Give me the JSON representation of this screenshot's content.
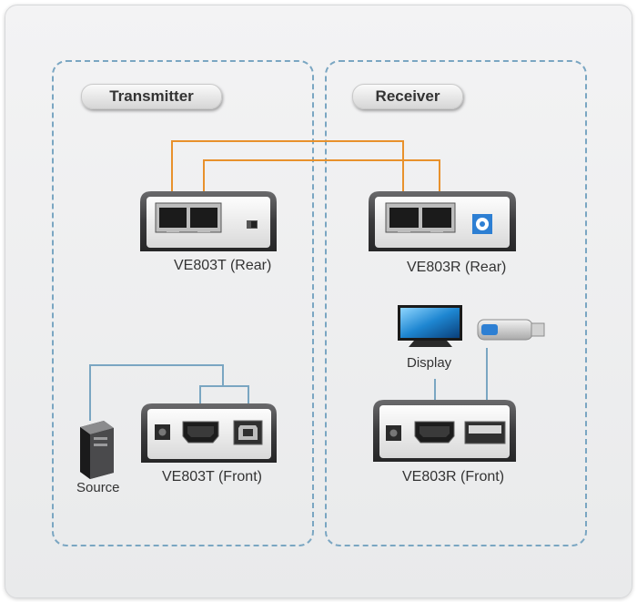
{
  "sections": {
    "transmitter": "Transmitter",
    "receiver": "Receiver"
  },
  "labels": {
    "tx_rear": "VE803T (Rear)",
    "rx_rear": "VE803R (Rear)",
    "tx_front": "VE803T (Front)",
    "rx_front": "VE803R (Front)",
    "source": "Source",
    "display": "Display"
  },
  "colors": {
    "cable_orange": "#e8912c",
    "cable_blue": "#7aa6c2",
    "panel_border": "#7aa6c2",
    "device_body": "#3d3d3f"
  }
}
